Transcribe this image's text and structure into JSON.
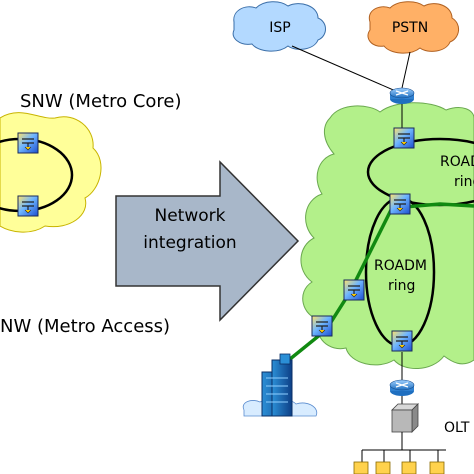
{
  "left": {
    "snw_label": "SNW  (Metro Core)",
    "anw_label": "NW  (Metro Access)"
  },
  "arrow": {
    "line1": "Network",
    "line2": "integration"
  },
  "clouds": {
    "isp": "ISP",
    "pstn": "PSTN"
  },
  "rings": {
    "upper_line1": "ROADM",
    "upper_line2": "ring",
    "lower_line1": "ROADM",
    "lower_line2": "ring"
  },
  "olt_label": "OLT",
  "colors": {
    "metro_core_cloud": "#ffff99",
    "metro_cloud": "#b3f08a",
    "isp_cloud": "#b3d9ff",
    "pstn_cloud": "#ffb066",
    "arrow_fill": "#a8b7c9",
    "green_path": "#118a11",
    "router": "#3a8fd9"
  }
}
